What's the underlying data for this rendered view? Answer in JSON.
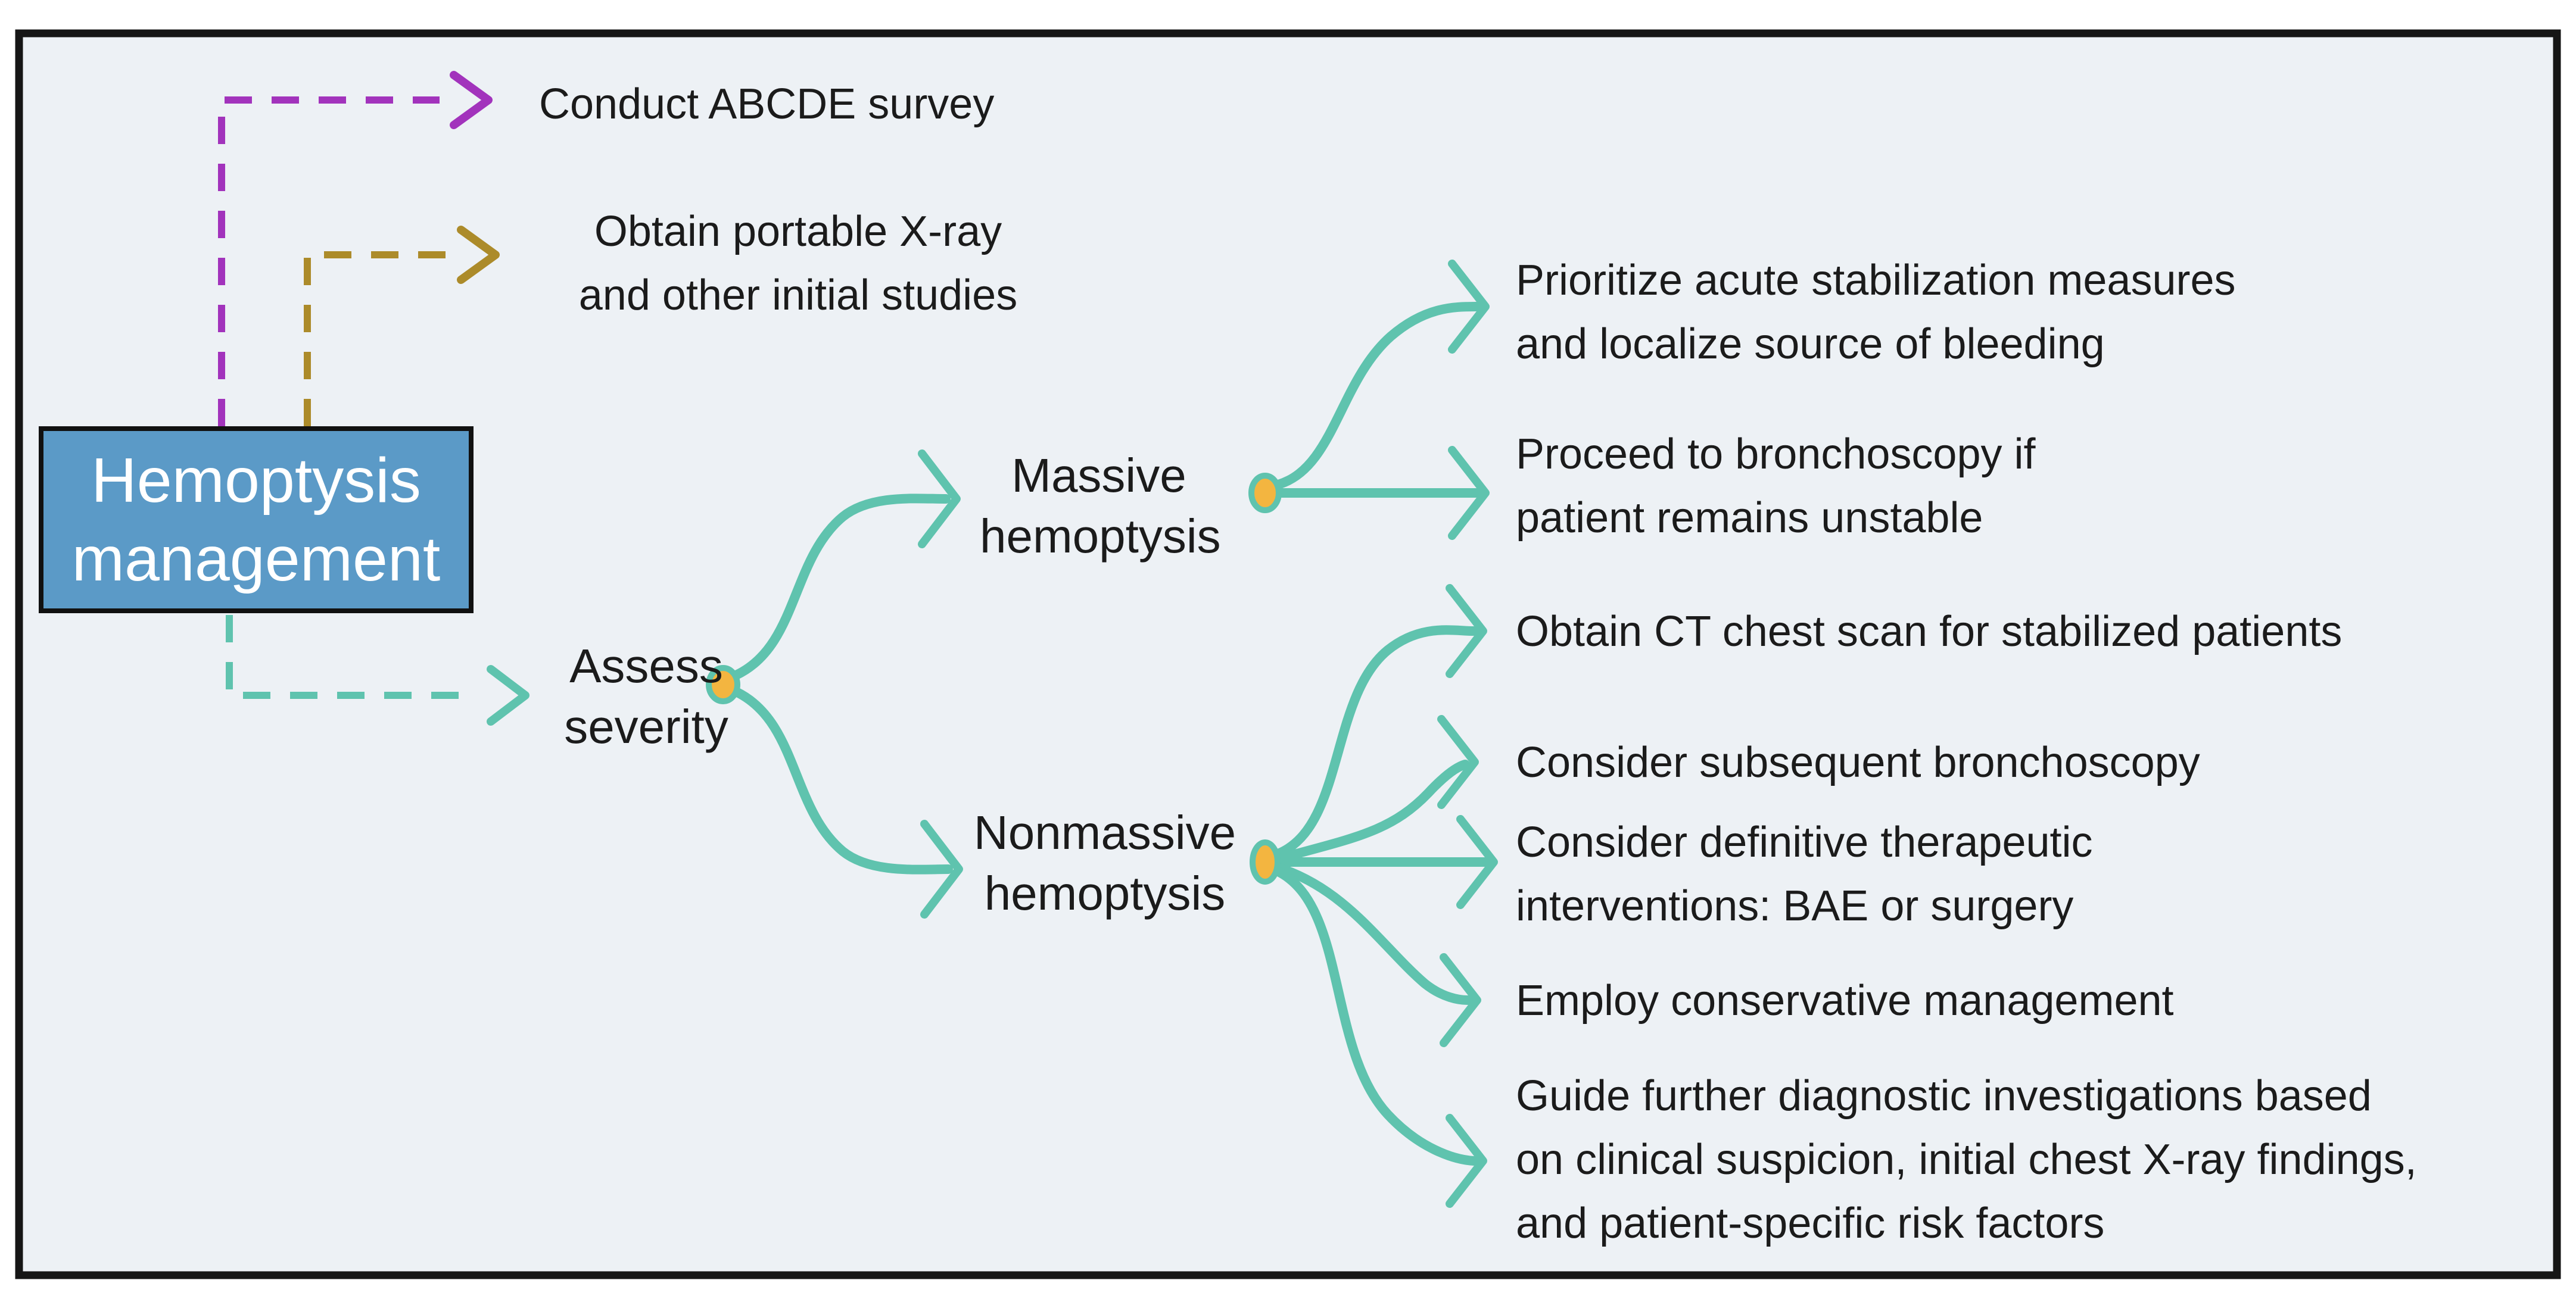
{
  "title_box": {
    "lines": [
      "Hemoptysis",
      "management"
    ]
  },
  "top_actions": [
    {
      "lines": [
        "Conduct ABCDE survey"
      ]
    },
    {
      "lines": [
        "Obtain portable X-ray",
        "and other initial studies"
      ]
    }
  ],
  "assess": {
    "lines": [
      "Assess",
      "severity"
    ]
  },
  "branches": [
    {
      "label": {
        "lines": [
          "Massive",
          "hemoptysis"
        ]
      },
      "actions": [
        {
          "lines": [
            "Prioritize acute stabilization measures",
            "and localize source of bleeding"
          ]
        },
        {
          "lines": [
            "Proceed to bronchoscopy if",
            "patient remains unstable"
          ]
        }
      ]
    },
    {
      "label": {
        "lines": [
          "Nonmassive",
          "hemoptysis"
        ]
      },
      "actions": [
        {
          "lines": [
            "Obtain CT chest scan for stabilized patients"
          ]
        },
        {
          "lines": [
            "Consider subsequent bronchoscopy"
          ]
        },
        {
          "lines": [
            "Consider definitive therapeutic",
            "interventions: BAE or surgery"
          ]
        },
        {
          "lines": [
            "Employ conservative management"
          ]
        },
        {
          "lines": [
            "Guide further diagnostic investigations based",
            "on clinical suspicion, initial chest X-ray findings,",
            "and patient-specific risk factors"
          ]
        }
      ]
    }
  ],
  "colors": {
    "page": "#ffffff",
    "background": "#edf1f5",
    "border": "#161616",
    "text": "#1b1b1b",
    "box_fill": "#5b9ac7",
    "box_text": "#ffffff",
    "purple": "#a233bc",
    "olive": "#ac8b2a",
    "teal": "#5fc3ae",
    "node": "#f3b540"
  }
}
